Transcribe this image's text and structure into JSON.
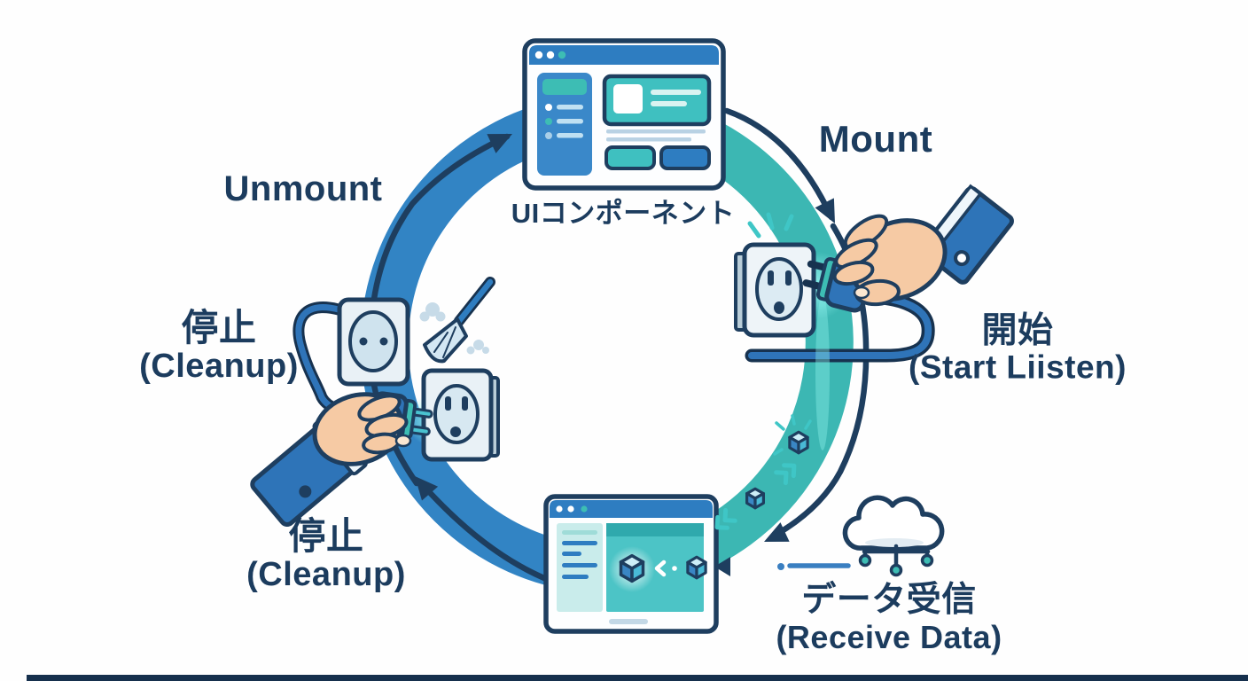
{
  "diagram": {
    "type": "ui-component-lifecycle-cycle",
    "labels": {
      "component": "UIコンポーネント",
      "mount": "Mount",
      "unmount": "Unmount"
    },
    "stages": [
      {
        "id": "start-listen",
        "position": "right",
        "jp": "開始",
        "en": "(Start Liisten)"
      },
      {
        "id": "receive-data",
        "position": "bottom-right",
        "jp": "データ受信",
        "en": "(Receive Data)"
      },
      {
        "id": "cleanup-mid",
        "position": "mid-left",
        "jp": "停止",
        "en": "(Cleanup)"
      },
      {
        "id": "cleanup-bottom",
        "position": "bottom-left",
        "jp": "停止",
        "en": "(Cleanup)"
      }
    ],
    "icons": [
      "browser-window-icon",
      "power-outlet-icon",
      "power-plug-icon",
      "hand-icon",
      "shirt-cuff-icon",
      "broom-icon",
      "dust-puff-icon",
      "cloud-network-icon",
      "data-cube-icon",
      "spark-icon",
      "chevron-motion-icon",
      "curved-arrow-icon",
      "glow-icon"
    ],
    "colors": {
      "navy_outline": "#1e3e5f",
      "text_navy": "#1c3c5e",
      "blue_band": "#3284c4",
      "teal_band": "#3cb7b3",
      "browser_bar_blue": "#2e7dc1",
      "sidebar_blue": "#3a88c9",
      "accent_teal": "#3dbdb4",
      "card_teal": "#3fc0c0",
      "cable_blue": "#2f74b8",
      "skin": "#f6caa4",
      "glow_cyan": "#8df0ec",
      "light_panel": "#e9f1f6"
    }
  }
}
